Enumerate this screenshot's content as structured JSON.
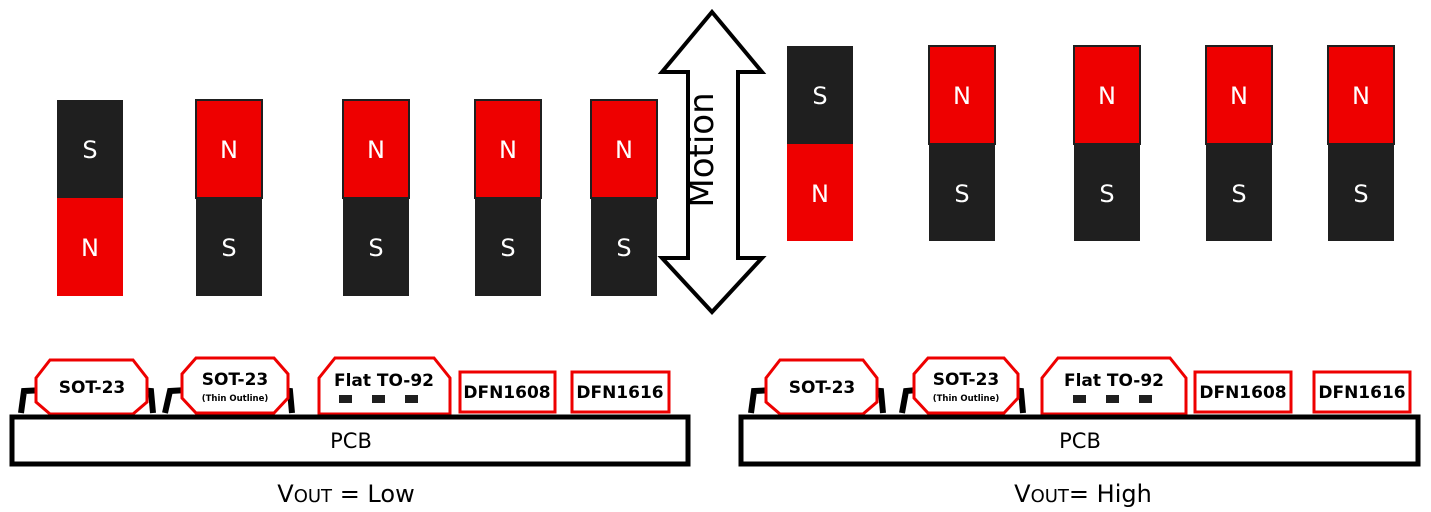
{
  "colors": {
    "north": "#ee0000",
    "south": "#1f1f1f",
    "outline": "#000000",
    "package_border": "#ee0000",
    "text_on_magnet": "#ffffff"
  },
  "motion": {
    "label": "Motion",
    "icon": "double-arrow-icon"
  },
  "panels": [
    {
      "id": "left",
      "magnets": [
        {
          "top_pole": "S",
          "bottom_pole": "N"
        },
        {
          "top_pole": "N",
          "bottom_pole": "S"
        },
        {
          "top_pole": "N",
          "bottom_pole": "S"
        },
        {
          "top_pole": "N",
          "bottom_pole": "S"
        },
        {
          "top_pole": "N",
          "bottom_pole": "S"
        }
      ],
      "packages": [
        {
          "label": "SOT-23",
          "sublabel": ""
        },
        {
          "label": "SOT-23",
          "sublabel": "(Thin Outline)"
        },
        {
          "label": "Flat TO-92",
          "sublabel": ""
        },
        {
          "label": "DFN1608",
          "sublabel": ""
        },
        {
          "label": "DFN1616",
          "sublabel": ""
        }
      ],
      "pcb_label": "PCB",
      "vout": {
        "prefix": "V",
        "subscript": "OUT",
        "text": " = Low"
      }
    },
    {
      "id": "right",
      "magnets": [
        {
          "top_pole": "S",
          "bottom_pole": "N"
        },
        {
          "top_pole": "N",
          "bottom_pole": "S"
        },
        {
          "top_pole": "N",
          "bottom_pole": "S"
        },
        {
          "top_pole": "N",
          "bottom_pole": "S"
        },
        {
          "top_pole": "N",
          "bottom_pole": "S"
        }
      ],
      "packages": [
        {
          "label": "SOT-23",
          "sublabel": ""
        },
        {
          "label": "SOT-23",
          "sublabel": "(Thin Outline)"
        },
        {
          "label": "Flat TO-92",
          "sublabel": ""
        },
        {
          "label": "DFN1608",
          "sublabel": ""
        },
        {
          "label": "DFN1616",
          "sublabel": ""
        }
      ],
      "pcb_label": "PCB",
      "vout": {
        "prefix": "V",
        "subscript": "OUT",
        "text": "= High"
      }
    }
  ]
}
